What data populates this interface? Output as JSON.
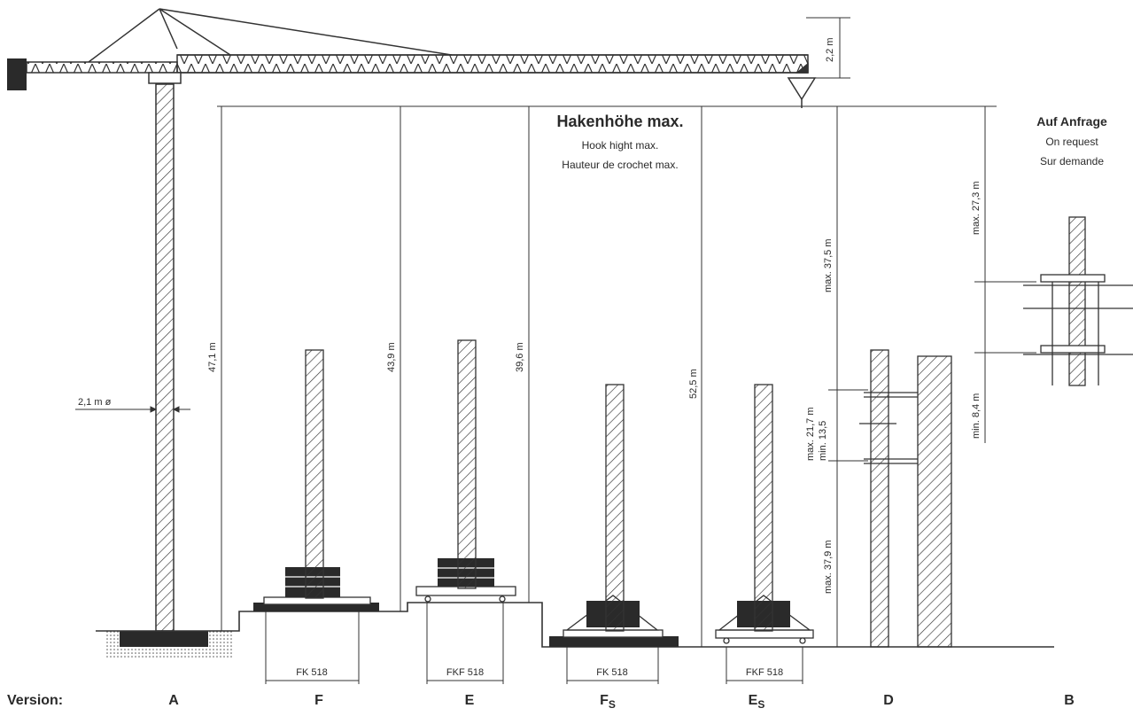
{
  "header": {
    "title": "Hakenhöhe max.",
    "line2": "Hook hight max.",
    "line3": "Hauteur de crochet max."
  },
  "request": {
    "title": "Auf Anfrage",
    "line2": "On request",
    "line3": "Sur demande"
  },
  "dimensions": {
    "jib_height": "2,2 m",
    "tower_width": "2,1 m ø",
    "h_A": "47,1 m",
    "h_F": "43,9 m",
    "h_E": "39,6 m",
    "h_Fs": "52,5 m",
    "h_D_top": "max. 37,5 m",
    "h_D_mid_max": "max. 21,7 m",
    "h_D_mid_min": "min. 13,5",
    "h_D_bottom": "max. 37,9 m",
    "h_B_top": "max. 27,3 m",
    "h_B_min": "min. 8,4 m"
  },
  "bases": {
    "F": "FK 518",
    "E": "FKF 518",
    "Fs": "FK 518",
    "Es": "FKF 518"
  },
  "versions": {
    "label": "Version:",
    "A": "A",
    "F": "F",
    "E": "E",
    "Fs_main": "F",
    "Fs_sub": "S",
    "Es_main": "E",
    "Es_sub": "S",
    "D": "D",
    "B": "B"
  }
}
